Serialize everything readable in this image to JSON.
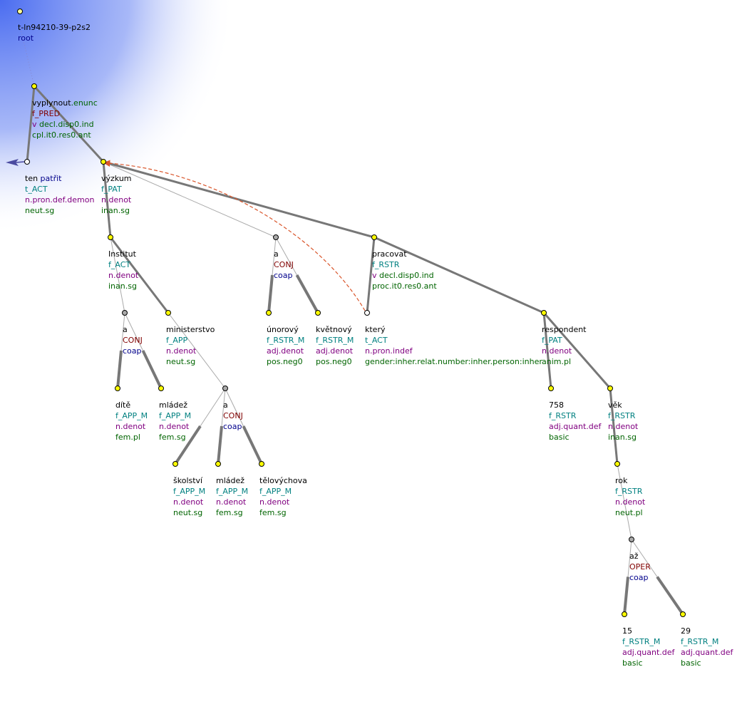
{
  "colors": {
    "background_glow": "#4a6cf0",
    "edge_strong": "#777777",
    "edge_thin": "#aaaaaa",
    "coref_arrow": "#d9552a",
    "node_yellow": "#ffff00",
    "node_gray": "#aaaaaa",
    "node_white": "#ffffff",
    "root_marker": "#ffff99"
  },
  "root": {
    "id": "t-ln94210-39-p2s2",
    "label": "root"
  },
  "nodes": [
    {
      "key": "vyplynout",
      "lines": [
        {
          "parts": [
            {
              "t": "vyplynout",
              "c": "black"
            },
            {
              "t": ".enunc",
              "c": "green"
            }
          ]
        },
        {
          "parts": [
            {
              "t": "f_PRED",
              "c": "maroon"
            }
          ]
        },
        {
          "parts": [
            {
              "t": "v",
              "c": "purple"
            },
            {
              "t": " decl.disp0.ind",
              "c": "green"
            }
          ]
        },
        {
          "parts": [
            {
              "t": "cpl.it0.res0.ant",
              "c": "green"
            }
          ]
        }
      ]
    },
    {
      "key": "ten",
      "lines": [
        {
          "parts": [
            {
              "t": "ten",
              "c": "black"
            },
            {
              "t": " patřit",
              "c": "navy"
            }
          ]
        },
        {
          "parts": [
            {
              "t": "t_ACT",
              "c": "teal"
            }
          ]
        },
        {
          "parts": [
            {
              "t": "n.pron.def.demon",
              "c": "purple"
            }
          ]
        },
        {
          "parts": [
            {
              "t": "neut.sg",
              "c": "green"
            }
          ]
        }
      ]
    },
    {
      "key": "vyzkum",
      "lines": [
        {
          "parts": [
            {
              "t": "výzkum",
              "c": "black"
            }
          ]
        },
        {
          "parts": [
            {
              "t": "f_PAT",
              "c": "teal"
            }
          ]
        },
        {
          "parts": [
            {
              "t": "n.denot",
              "c": "purple"
            }
          ]
        },
        {
          "parts": [
            {
              "t": "inan.sg",
              "c": "green"
            }
          ]
        }
      ]
    },
    {
      "key": "institut",
      "lines": [
        {
          "parts": [
            {
              "t": "Institut",
              "c": "black"
            }
          ]
        },
        {
          "parts": [
            {
              "t": "f_ACT",
              "c": "teal"
            }
          ]
        },
        {
          "parts": [
            {
              "t": "n.denot",
              "c": "purple"
            }
          ]
        },
        {
          "parts": [
            {
              "t": "inan.sg",
              "c": "green"
            }
          ]
        }
      ]
    },
    {
      "key": "a1",
      "lines": [
        {
          "parts": [
            {
              "t": "a",
              "c": "black"
            }
          ]
        },
        {
          "parts": [
            {
              "t": "CONJ",
              "c": "maroon"
            }
          ]
        },
        {
          "parts": [
            {
              "t": "coap",
              "c": "navy"
            }
          ]
        }
      ]
    },
    {
      "key": "ministerstvo",
      "lines": [
        {
          "parts": [
            {
              "t": "ministerstvo",
              "c": "black"
            }
          ]
        },
        {
          "parts": [
            {
              "t": "f_APP",
              "c": "teal"
            }
          ]
        },
        {
          "parts": [
            {
              "t": "n.denot",
              "c": "purple"
            }
          ]
        },
        {
          "parts": [
            {
              "t": "neut.sg",
              "c": "green"
            }
          ]
        }
      ]
    },
    {
      "key": "dite",
      "lines": [
        {
          "parts": [
            {
              "t": "dítě",
              "c": "black"
            }
          ]
        },
        {
          "parts": [
            {
              "t": "f_APP_M",
              "c": "teal"
            }
          ]
        },
        {
          "parts": [
            {
              "t": "n.denot",
              "c": "purple"
            }
          ]
        },
        {
          "parts": [
            {
              "t": "fem.pl",
              "c": "green"
            }
          ]
        }
      ]
    },
    {
      "key": "mladez1",
      "lines": [
        {
          "parts": [
            {
              "t": "mládež",
              "c": "black"
            }
          ]
        },
        {
          "parts": [
            {
              "t": "f_APP_M",
              "c": "teal"
            }
          ]
        },
        {
          "parts": [
            {
              "t": "n.denot",
              "c": "purple"
            }
          ]
        },
        {
          "parts": [
            {
              "t": "fem.sg",
              "c": "green"
            }
          ]
        }
      ]
    },
    {
      "key": "a2",
      "lines": [
        {
          "parts": [
            {
              "t": "a",
              "c": "black"
            }
          ]
        },
        {
          "parts": [
            {
              "t": "CONJ",
              "c": "maroon"
            }
          ]
        },
        {
          "parts": [
            {
              "t": "coap",
              "c": "navy"
            }
          ]
        }
      ]
    },
    {
      "key": "skolstvi",
      "lines": [
        {
          "parts": [
            {
              "t": "školství",
              "c": "black"
            }
          ]
        },
        {
          "parts": [
            {
              "t": "f_APP_M",
              "c": "teal"
            }
          ]
        },
        {
          "parts": [
            {
              "t": "n.denot",
              "c": "purple"
            }
          ]
        },
        {
          "parts": [
            {
              "t": "neut.sg",
              "c": "green"
            }
          ]
        }
      ]
    },
    {
      "key": "mladez2",
      "lines": [
        {
          "parts": [
            {
              "t": "mládež",
              "c": "black"
            }
          ]
        },
        {
          "parts": [
            {
              "t": "f_APP_M",
              "c": "teal"
            }
          ]
        },
        {
          "parts": [
            {
              "t": "n.denot",
              "c": "purple"
            }
          ]
        },
        {
          "parts": [
            {
              "t": "fem.sg",
              "c": "green"
            }
          ]
        }
      ]
    },
    {
      "key": "telovychova",
      "lines": [
        {
          "parts": [
            {
              "t": "tělovýchova",
              "c": "black"
            }
          ]
        },
        {
          "parts": [
            {
              "t": "f_APP_M",
              "c": "teal"
            }
          ]
        },
        {
          "parts": [
            {
              "t": "n.denot",
              "c": "purple"
            }
          ]
        },
        {
          "parts": [
            {
              "t": "fem.sg",
              "c": "green"
            }
          ]
        }
      ]
    },
    {
      "key": "a3",
      "lines": [
        {
          "parts": [
            {
              "t": "a",
              "c": "black"
            }
          ]
        },
        {
          "parts": [
            {
              "t": "CONJ",
              "c": "maroon"
            }
          ]
        },
        {
          "parts": [
            {
              "t": "coap",
              "c": "navy"
            }
          ]
        }
      ]
    },
    {
      "key": "unorovy",
      "lines": [
        {
          "parts": [
            {
              "t": "únorový",
              "c": "black"
            }
          ]
        },
        {
          "parts": [
            {
              "t": "f_RSTR_M",
              "c": "teal"
            }
          ]
        },
        {
          "parts": [
            {
              "t": "adj.denot",
              "c": "purple"
            }
          ]
        },
        {
          "parts": [
            {
              "t": "pos.neg0",
              "c": "green"
            }
          ]
        }
      ]
    },
    {
      "key": "kvetnovy",
      "lines": [
        {
          "parts": [
            {
              "t": "květnový",
              "c": "black"
            }
          ]
        },
        {
          "parts": [
            {
              "t": "f_RSTR_M",
              "c": "teal"
            }
          ]
        },
        {
          "parts": [
            {
              "t": "adj.denot",
              "c": "purple"
            }
          ]
        },
        {
          "parts": [
            {
              "t": "pos.neg0",
              "c": "green"
            }
          ]
        }
      ]
    },
    {
      "key": "pracovat",
      "lines": [
        {
          "parts": [
            {
              "t": "pracovat",
              "c": "black"
            }
          ]
        },
        {
          "parts": [
            {
              "t": "f_RSTR",
              "c": "teal"
            }
          ]
        },
        {
          "parts": [
            {
              "t": "v",
              "c": "purple"
            },
            {
              "t": " decl.disp0.ind",
              "c": "green"
            }
          ]
        },
        {
          "parts": [
            {
              "t": "proc.it0.res0.ant",
              "c": "green"
            }
          ]
        }
      ]
    },
    {
      "key": "ktery",
      "lines": [
        {
          "parts": [
            {
              "t": "který",
              "c": "black"
            }
          ]
        },
        {
          "parts": [
            {
              "t": "t_ACT",
              "c": "teal"
            }
          ]
        },
        {
          "parts": [
            {
              "t": "n.pron.indef",
              "c": "purple"
            }
          ]
        },
        {
          "parts": [
            {
              "t": "gender:inher.relat.number:inher.person:inher",
              "c": "green"
            }
          ]
        }
      ]
    },
    {
      "key": "respondent",
      "lines": [
        {
          "parts": [
            {
              "t": "respondent",
              "c": "black"
            }
          ]
        },
        {
          "parts": [
            {
              "t": "f_PAT",
              "c": "teal"
            }
          ]
        },
        {
          "parts": [
            {
              "t": "n.denot",
              "c": "purple"
            }
          ]
        },
        {
          "parts": [
            {
              "t": "anim.pl",
              "c": "green"
            }
          ]
        }
      ]
    },
    {
      "key": "n758",
      "lines": [
        {
          "parts": [
            {
              "t": "758",
              "c": "black"
            }
          ]
        },
        {
          "parts": [
            {
              "t": "f_RSTR",
              "c": "teal"
            }
          ]
        },
        {
          "parts": [
            {
              "t": "adj.quant.def",
              "c": "purple"
            }
          ]
        },
        {
          "parts": [
            {
              "t": "basic",
              "c": "green"
            }
          ]
        }
      ]
    },
    {
      "key": "vek",
      "lines": [
        {
          "parts": [
            {
              "t": "věk",
              "c": "black"
            }
          ]
        },
        {
          "parts": [
            {
              "t": "f_RSTR",
              "c": "teal"
            }
          ]
        },
        {
          "parts": [
            {
              "t": "n.denot",
              "c": "purple"
            }
          ]
        },
        {
          "parts": [
            {
              "t": "inan.sg",
              "c": "green"
            }
          ]
        }
      ]
    },
    {
      "key": "rok",
      "lines": [
        {
          "parts": [
            {
              "t": "rok",
              "c": "black"
            }
          ]
        },
        {
          "parts": [
            {
              "t": "f_RSTR",
              "c": "teal"
            }
          ]
        },
        {
          "parts": [
            {
              "t": "n.denot",
              "c": "purple"
            }
          ]
        },
        {
          "parts": [
            {
              "t": "neut.pl",
              "c": "green"
            }
          ]
        }
      ]
    },
    {
      "key": "az",
      "lines": [
        {
          "parts": [
            {
              "t": "až",
              "c": "black"
            }
          ]
        },
        {
          "parts": [
            {
              "t": "OPER",
              "c": "maroon"
            }
          ]
        },
        {
          "parts": [
            {
              "t": "coap",
              "c": "navy"
            }
          ]
        }
      ]
    },
    {
      "key": "n15",
      "lines": [
        {
          "parts": [
            {
              "t": "15",
              "c": "black"
            }
          ]
        },
        {
          "parts": [
            {
              "t": "f_RSTR_M",
              "c": "teal"
            }
          ]
        },
        {
          "parts": [
            {
              "t": "adj.quant.def",
              "c": "purple"
            }
          ]
        },
        {
          "parts": [
            {
              "t": "basic",
              "c": "green"
            }
          ]
        }
      ]
    },
    {
      "key": "n29",
      "lines": [
        {
          "parts": [
            {
              "t": "29",
              "c": "black"
            }
          ]
        },
        {
          "parts": [
            {
              "t": "f_RSTR_M",
              "c": "teal"
            }
          ]
        },
        {
          "parts": [
            {
              "t": "adj.quant.def",
              "c": "purple"
            }
          ]
        },
        {
          "parts": [
            {
              "t": "basic",
              "c": "green"
            }
          ]
        }
      ]
    }
  ]
}
